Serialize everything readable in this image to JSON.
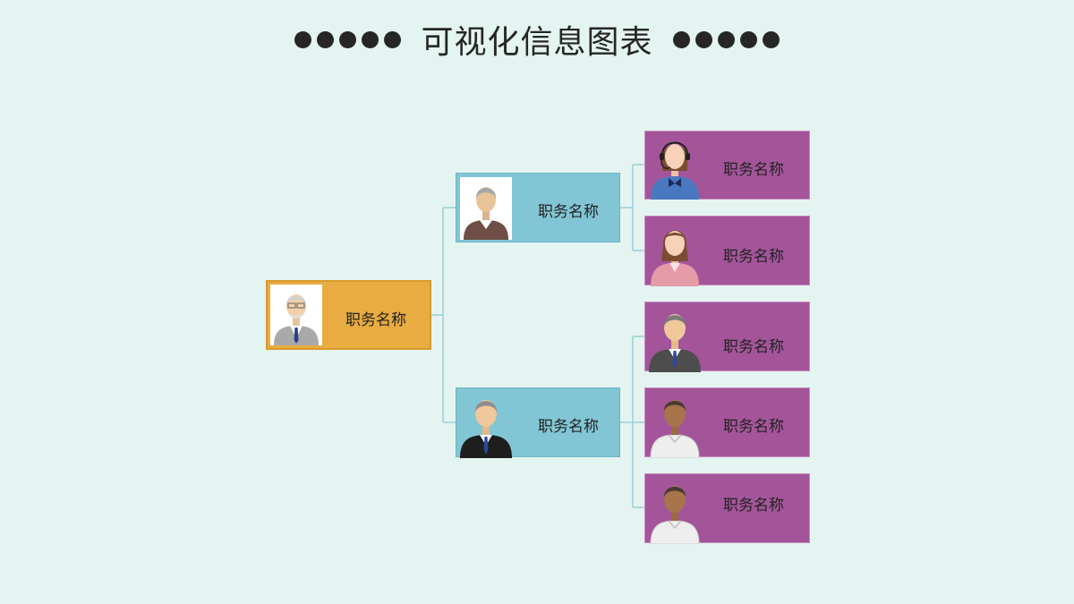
{
  "header": {
    "title": "可视化信息图表"
  },
  "org_chart": {
    "root": {
      "label": "职务名称",
      "avatar": "elderly-man-glasses-avatar-icon"
    },
    "managers": [
      {
        "label": "职务名称",
        "avatar": "gray-hair-man-brown-suit-avatar-icon",
        "reports": [
          {
            "label": "职务名称",
            "avatar": "headset-woman-blue-avatar-icon"
          },
          {
            "label": "职务名称",
            "avatar": "woman-pink-blouse-avatar-icon"
          }
        ]
      },
      {
        "label": "职务名称",
        "avatar": "man-black-suit-avatar-icon",
        "reports": [
          {
            "label": "职务名称",
            "avatar": "man-gray-suit-avatar-icon"
          },
          {
            "label": "职务名称",
            "avatar": "man-white-shirt-avatar-icon"
          },
          {
            "label": "职务名称",
            "avatar": "man-white-shirt-avatar-icon"
          }
        ]
      }
    ]
  },
  "colors": {
    "background": "#e4f4f1",
    "root": "#e8ac42",
    "manager": "#82c6d6",
    "staff": "#a4559a",
    "connector": "#9ad0d8"
  }
}
